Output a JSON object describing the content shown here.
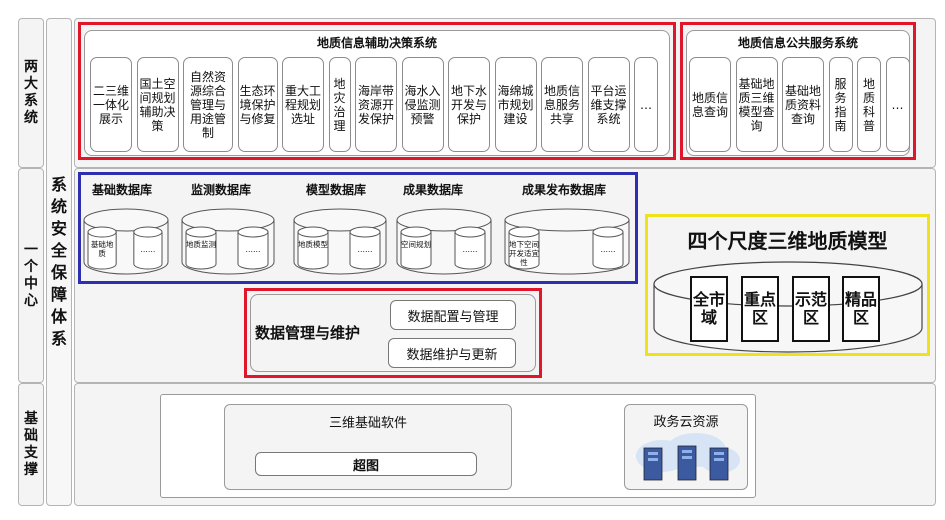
{
  "left_labels": {
    "two_systems": "两大系统",
    "one_center": "一个中心",
    "base_support": "基础支撑"
  },
  "security_system": "系统安全保障体系",
  "decision_system": {
    "title": "地质信息辅助决策系统",
    "items": [
      "二三维一体化展示",
      "国土空间规划辅助决策",
      "自然资源综合管理与用途管制",
      "生态环境保护与修复",
      "重大工程规划选址",
      "地灾治理",
      "海岸带资源开发保护",
      "海水入侵监测预警",
      "地下水开发与保护",
      "海绵城市规划建设",
      "地质信息服务共享",
      "平台运维支撑系统",
      "…"
    ]
  },
  "public_service": {
    "title": "地质信息公共服务系统",
    "items": [
      "地质信息查询",
      "基础地质三维模型查询",
      "基础地质资料查询",
      "服务指南",
      "地质科普",
      "…"
    ]
  },
  "databases": [
    {
      "label": "基础数据库",
      "cyl1": "基础地质",
      "cyl2": "……"
    },
    {
      "label": "监测数据库",
      "cyl1": "地质监测",
      "cyl2": "……"
    },
    {
      "label": "模型数据库",
      "cyl1": "地质模型",
      "cyl2": "……"
    },
    {
      "label": "成果数据库",
      "cyl1": "空间规划",
      "cyl2": "……"
    },
    {
      "label": "成果发布数据库",
      "cyl1": "地下空间开发适宜性",
      "cyl2": "……"
    }
  ],
  "data_mgmt": {
    "title": "数据管理与维护",
    "btn1": "数据配置与管理",
    "btn2": "数据维护与更新"
  },
  "model_3d": {
    "title": "四个尺度三维地质模型",
    "scales": [
      "全市域",
      "重点区",
      "示范区",
      "精品区"
    ]
  },
  "base": {
    "software": "三维基础软件",
    "supermap": "超图",
    "cloud": "政务云资源"
  },
  "colors": {
    "red": "#e0162b",
    "blue": "#2c2fb0",
    "yellow": "#f0e21a"
  }
}
